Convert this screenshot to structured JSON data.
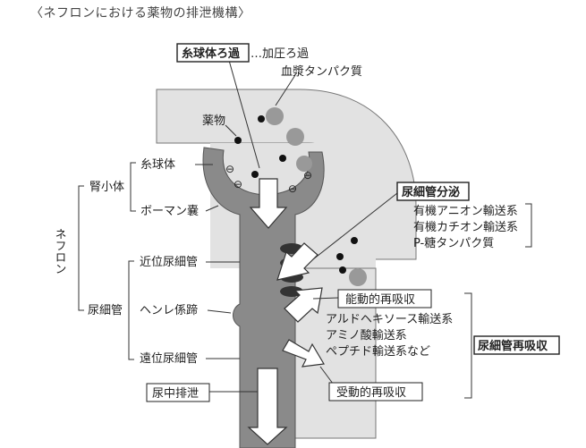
{
  "title": "〈ネフロンにおける薬物の排泄機構〉",
  "glomerular_filtration": {
    "label": "糸球体ろ過",
    "note": "…加圧ろ過"
  },
  "plasma_protein": "血漿タンパク質",
  "drug": "薬物",
  "nephron": {
    "label": "ネフロン",
    "renal_corpuscle": {
      "label": "腎小体",
      "parts": [
        "糸球体",
        "ボーマン嚢"
      ]
    },
    "renal_tubule": {
      "label": "尿細管",
      "parts": [
        "近位尿細管",
        "ヘンレ係蹄",
        "遠位尿細管"
      ]
    }
  },
  "tubular_secretion": {
    "label": "尿細管分泌",
    "transporters": [
      "有機アニオン輸送系",
      "有機カチオン輸送系",
      "P-糖タンパク質"
    ]
  },
  "active_reabsorption": "能動的再吸収",
  "reabsorption_transporters": [
    "アルドヘキソース輸送系",
    "アミノ酸輸送系",
    "ペプチド輸送系など"
  ],
  "tubular_reabsorption": "尿細管再吸収",
  "passive_reabsorption": "受動的再吸収",
  "urinary_excretion": "尿中排泄",
  "minus_sign": "⊖"
}
